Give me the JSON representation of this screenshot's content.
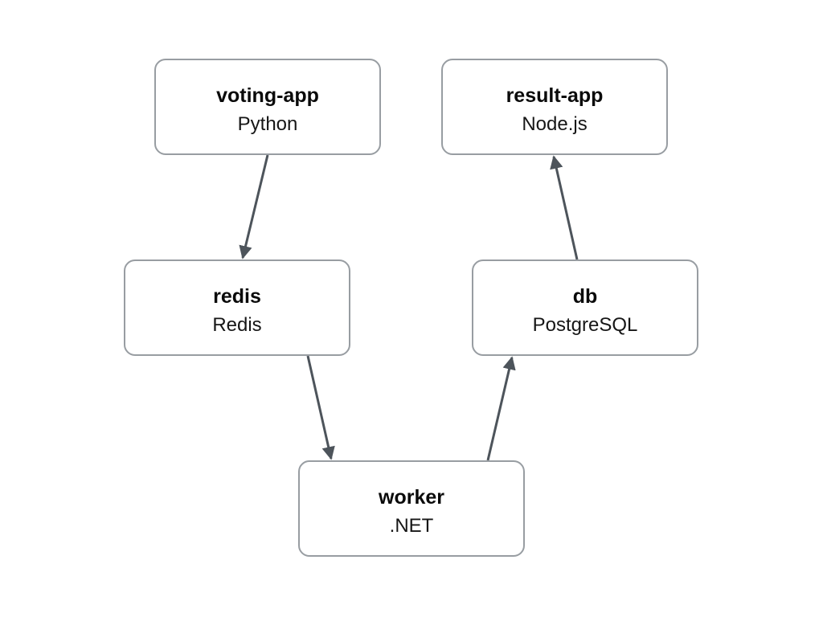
{
  "diagram": {
    "type": "architecture-flow",
    "background_color": "#ffffff",
    "node_border_color": "#989da2",
    "node_fill_color": "#ffffff",
    "arrow_color": "#4d545b",
    "nodes": [
      {
        "id": "voting-app",
        "title": "voting-app",
        "subtitle": "Python"
      },
      {
        "id": "result-app",
        "title": "result-app",
        "subtitle": "Node.js"
      },
      {
        "id": "redis",
        "title": "redis",
        "subtitle": "Redis"
      },
      {
        "id": "db",
        "title": "db",
        "subtitle": "PostgreSQL"
      },
      {
        "id": "worker",
        "title": "worker",
        "subtitle": ".NET"
      }
    ],
    "edges": [
      {
        "from": "voting-app",
        "to": "redis"
      },
      {
        "from": "redis",
        "to": "worker"
      },
      {
        "from": "worker",
        "to": "db"
      },
      {
        "from": "db",
        "to": "result-app"
      }
    ]
  }
}
